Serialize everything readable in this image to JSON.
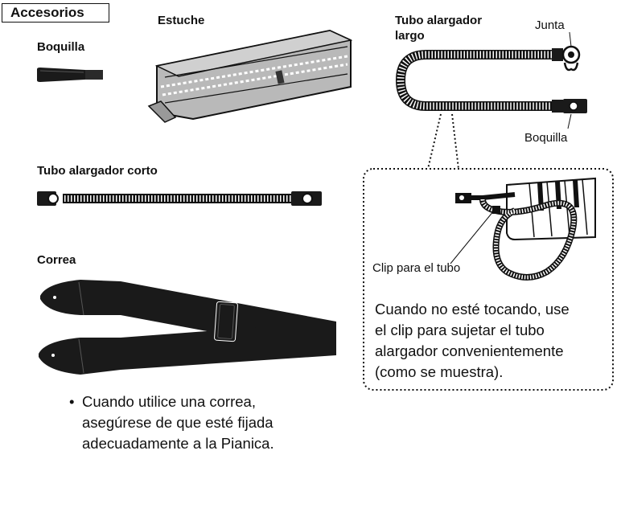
{
  "header": {
    "title": "Accesorios"
  },
  "items": {
    "mouthpiece": "Boquilla",
    "case": "Estuche",
    "long_tube_line1": "Tubo alargador",
    "long_tube_line2": "largo",
    "joint": "Junta",
    "long_tube_mouthpiece": "Boquilla",
    "short_tube": "Tubo alargador corto",
    "strap": "Correa",
    "tube_clip": "Clip para el tubo"
  },
  "note": {
    "line1": "Cuando no esté tocando, use",
    "line2": "el clip para sujetar el tubo",
    "line3": "alargador convenientemente",
    "line4": "(como se muestra)."
  },
  "bullet": {
    "mark": "•",
    "line1": "Cuando utilice una correa,",
    "line2": "asegúrese de que esté fijada",
    "line3": "adecuadamente a la Pianica."
  },
  "colors": {
    "ink": "#111111",
    "case_fill": "#bdbdbd",
    "strap_fill": "#1a1a1a"
  }
}
